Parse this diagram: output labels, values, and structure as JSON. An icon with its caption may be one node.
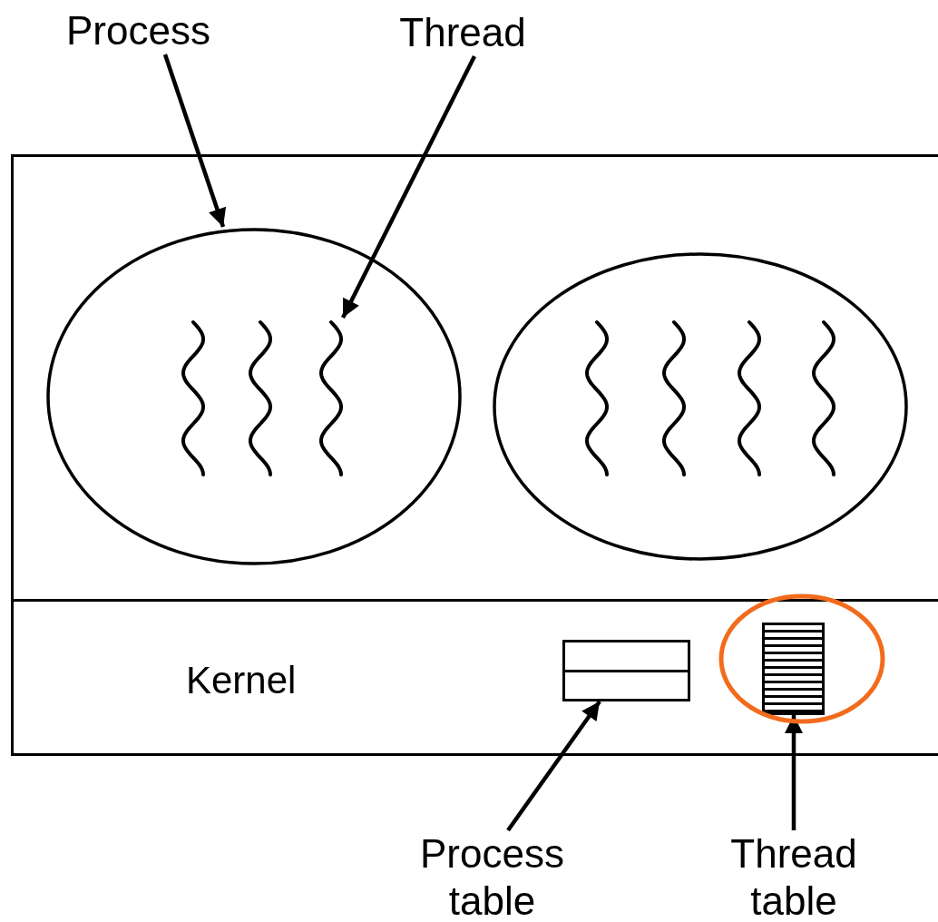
{
  "diagram": {
    "nodes": [
      {
        "text": [
          "Process"
        ]
      },
      {
        "text": [
          "Thread"
        ]
      },
      {
        "text": [],
        "shape": "box"
      },
      {
        "text": [],
        "shape": "circle",
        "in": 2
      },
      {
        "text": [],
        "shape": "picture",
        "in": 3
      },
      {
        "text": [],
        "shape": "circle",
        "in": 2
      },
      {
        "text": [
          "Kernel"
        ]
      },
      {
        "text": [],
        "shape": "box",
        "in": 6
      },
      {
        "text": [],
        "shape": "box",
        "in": 6
      },
      {
        "text": [
          "Process table"
        ]
      },
      {
        "text": [
          "Thread table"
        ]
      }
    ],
    "edges": [
      {
        "from": 0,
        "to": 3,
        "arrow": "to"
      },
      {
        "from": 1,
        "to": 4,
        "arrow": "to"
      },
      {
        "from": 9,
        "to": 7,
        "arrow": "to"
      },
      {
        "from": 10,
        "to": 8,
        "arrow": "to"
      }
    ]
  }
}
